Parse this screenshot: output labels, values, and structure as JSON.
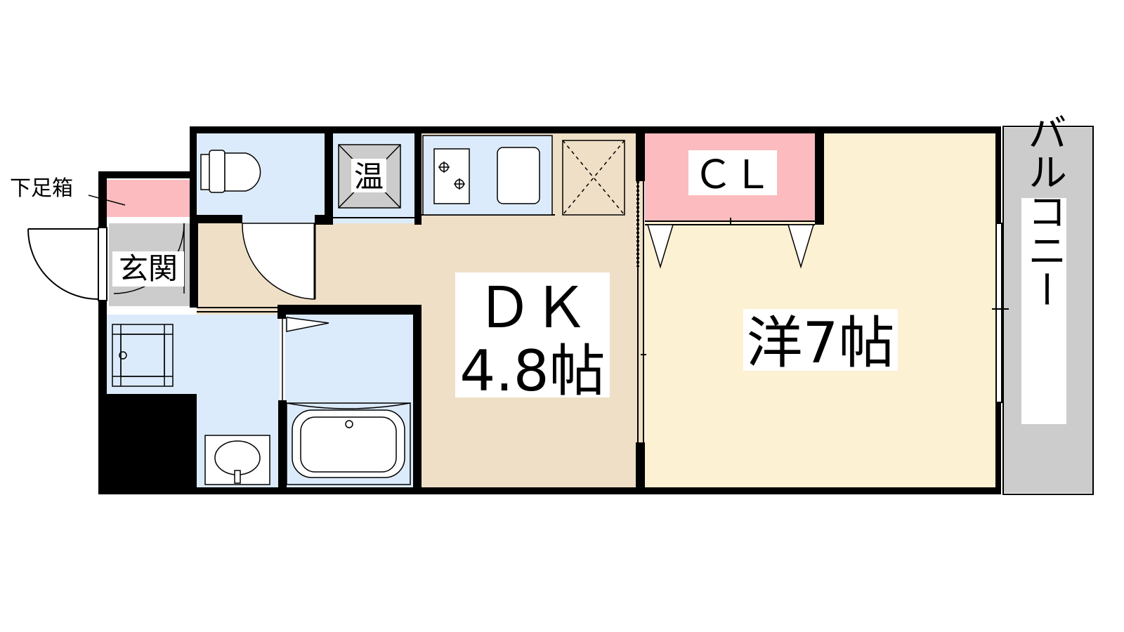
{
  "labels": {
    "shoe_box": "下足箱",
    "entrance": "玄関",
    "water_heater": "温",
    "closet": "ＣＬ",
    "dk_name": "ＤＫ",
    "dk_size": "4.8帖",
    "western_room": "洋7帖",
    "balcony": "バルコニー"
  },
  "colors": {
    "wet_area": "#dcebfb",
    "dining_kitchen": "#efdfc6",
    "western_room": "#fdf1d3",
    "closet": "#fcbcbf",
    "shoe_box": "#fcbcbf",
    "balcony": "#cccccc",
    "entrance": "#cccccc",
    "wall": "#000000"
  }
}
